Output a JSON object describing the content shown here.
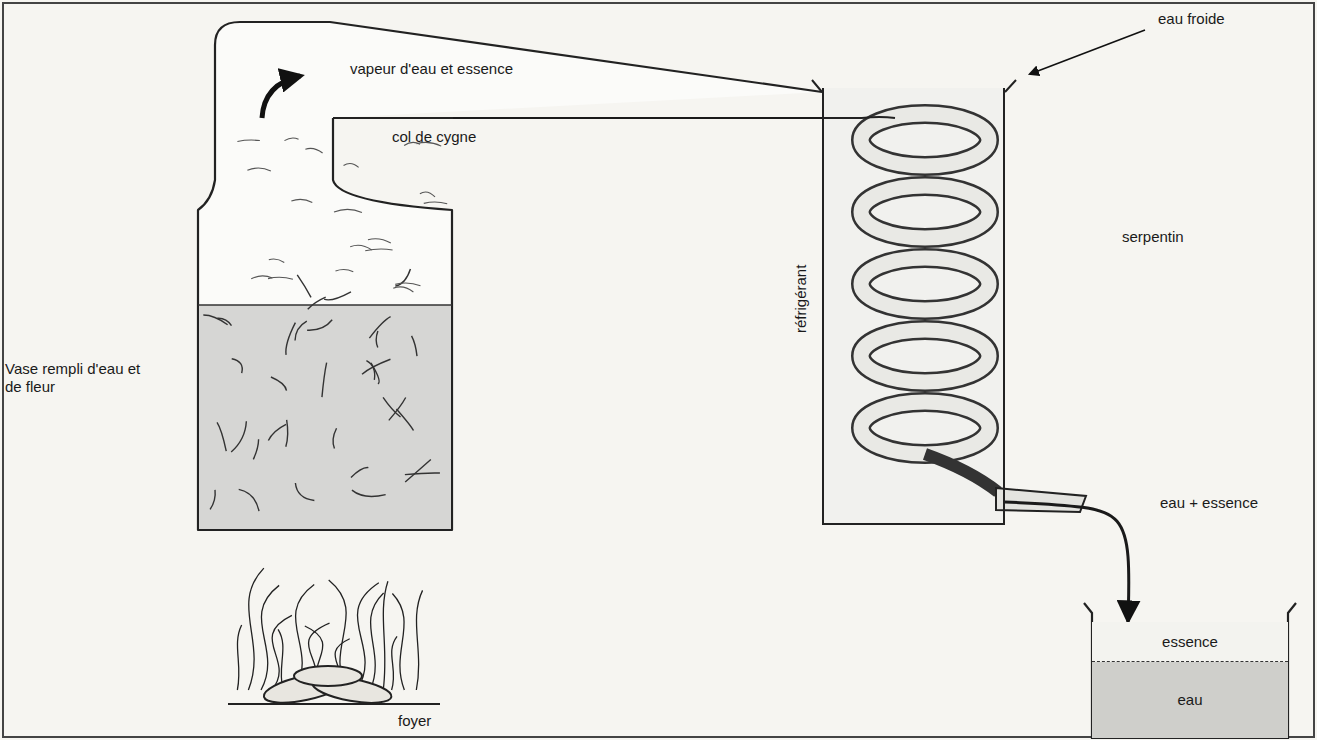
{
  "diagram": {
    "nodes": [
      {
        "text": [
          "Vase rempli d'eau et de fleur"
        ]
      },
      {
        "text": [
          "réfrigérant"
        ]
      },
      {
        "text": [
          "essence"
        ]
      },
      {
        "text": [
          "eau"
        ]
      }
    ],
    "edges": [
      {
        "from": 0,
        "to": 1,
        "arrow": "none",
        "label": "col de cygne"
      },
      {
        "from": 1,
        "to": 2,
        "arrow": "to",
        "label": "eau + essence"
      }
    ],
    "labels": [
      "vapeur d'eau et essence",
      "eau froide",
      "serpentin",
      "foyer"
    ]
  }
}
